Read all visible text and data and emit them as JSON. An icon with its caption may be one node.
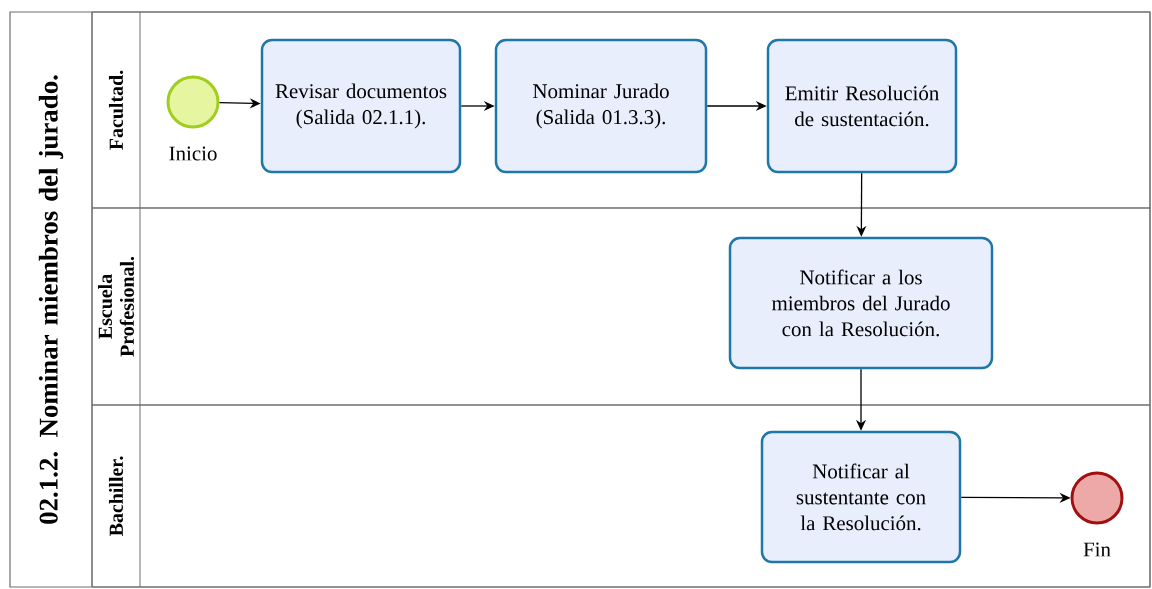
{
  "diagram": {
    "nodes": [
      {
        "text": [
          "02.1.2. Nominar miembros del jurado."
        ]
      },
      {
        "text": [
          "Facultad."
        ],
        "in": 0
      },
      {
        "text": [
          "Escuela Profesional."
        ],
        "in": 0
      },
      {
        "text": [
          "Bachiller."
        ],
        "in": 0
      },
      {
        "text": [],
        "shape": "circle",
        "beside": [
          "Inicio"
        ],
        "in": 1
      },
      {
        "text": [
          "Revisar documentos (Salida 02.1.1)."
        ],
        "in": 1
      },
      {
        "text": [
          "Nominar Jurado (Salida 01.3.3)."
        ],
        "in": 1
      },
      {
        "text": [
          "Emitir Resolución de sustentación."
        ],
        "in": 1
      },
      {
        "text": [
          "Notificar a los miembros del Jurado con la Resolución."
        ],
        "in": 2
      },
      {
        "text": [
          "Notificar al sustentante con la Resolución."
        ],
        "in": 3
      },
      {
        "text": [],
        "shape": "circle",
        "beside": [
          "Fin"
        ],
        "in": 3
      }
    ],
    "edges": [
      {
        "from": 4,
        "to": 5,
        "arrow": "to"
      },
      {
        "from": 5,
        "to": 6,
        "arrow": "to"
      },
      {
        "from": 6,
        "to": 7,
        "arrow": "to"
      },
      {
        "from": 7,
        "to": 8,
        "arrow": "to"
      },
      {
        "from": 8,
        "to": 9,
        "arrow": "to"
      },
      {
        "from": 9,
        "to": 10,
        "arrow": "to"
      }
    ]
  }
}
